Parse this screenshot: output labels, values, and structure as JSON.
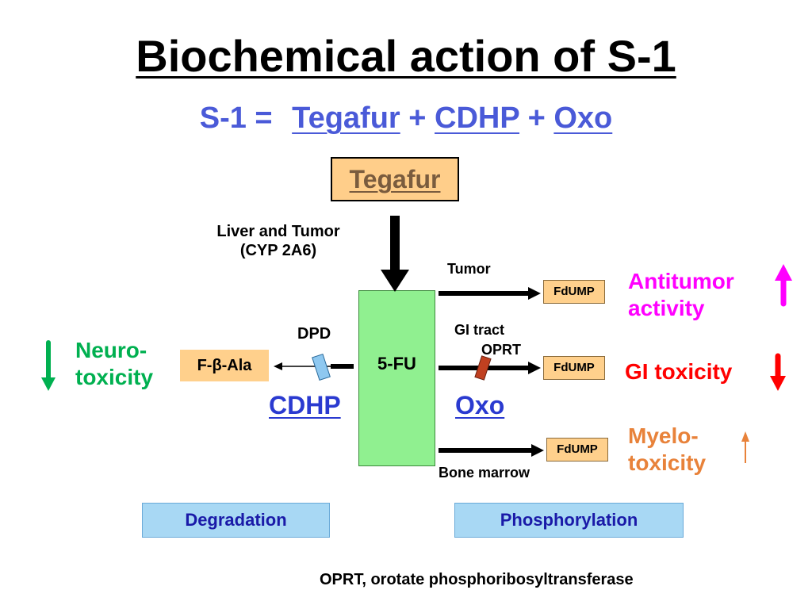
{
  "title": "Biochemical action of S-1",
  "formula": {
    "lhs": "S-1 =",
    "tegafur": "Tegafur",
    "plus1": "+",
    "cdhp": "CDHP",
    "plus2": "+",
    "oxo": "Oxo"
  },
  "diagram": {
    "tegafur_box": "Tegafur",
    "liver_label_line1": "Liver and Tumor",
    "liver_label_line2": "(CYP 2A6)",
    "five_fu": "5-FU",
    "dpd": "DPD",
    "f_beta_ala": "F-β-Ala",
    "cdhp": "CDHP",
    "oxo": "Oxo",
    "tumor": "Tumor",
    "gi_tract": "GI tract",
    "oprt": "OPRT",
    "bone_marrow": "Bone marrow",
    "fdump_1": "FdUMP",
    "fdump_2": "FdUMP",
    "fdump_3": "FdUMP"
  },
  "effects": {
    "antitumor_line1": "Antitumor",
    "antitumor_line2": "activity",
    "gi_toxicity": "GI toxicity",
    "neuro_line1": "Neuro-",
    "neuro_line2": "toxicity",
    "myelo_line1": "Myelo-",
    "myelo_line2": "toxicity"
  },
  "labels": {
    "degradation": "Degradation",
    "phosphorylation": "Phosphorylation"
  },
  "footnote": "OPRT, orotate phosphoribosyltransferase",
  "colors": {
    "formula_blue": "#4a5ad8",
    "five_fu_green": "#90f090",
    "fdump_orange": "#ffd08c",
    "tegafur_orange": "#ffce8a",
    "antitumor_magenta": "#ff00ff",
    "gi_red": "#ff0000",
    "neuro_green": "#00b050",
    "myelo_orange": "#e8823a",
    "label_box_blue": "#a8d8f4"
  }
}
